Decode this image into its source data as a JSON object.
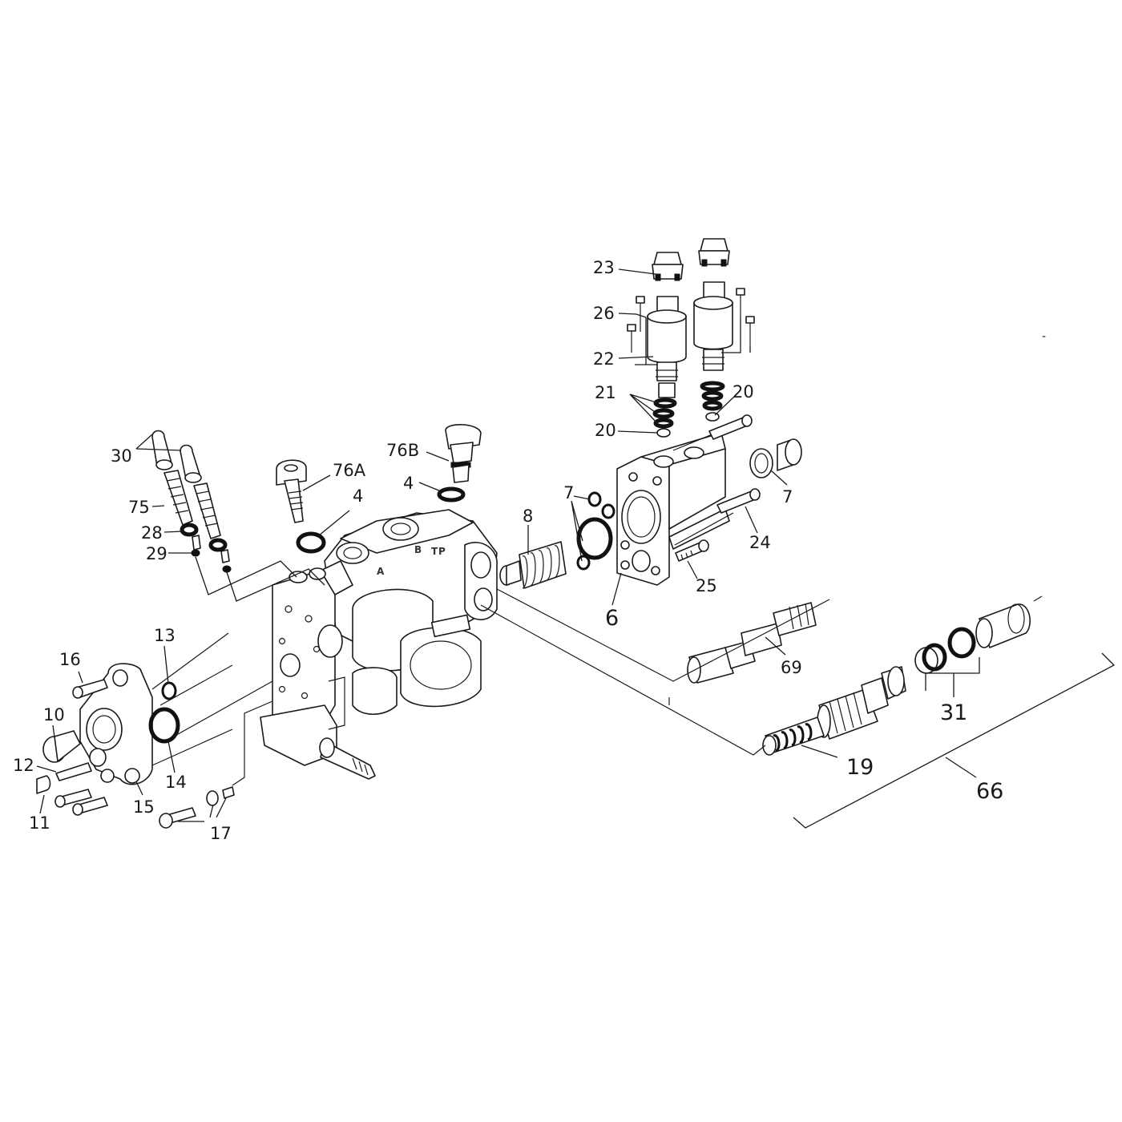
{
  "diagram": {
    "body_markings": [
      "A",
      "B",
      "T",
      "P"
    ],
    "callouts": [
      {
        "id": "c23",
        "text": "23"
      },
      {
        "id": "c26",
        "text": "26"
      },
      {
        "id": "c22",
        "text": "22"
      },
      {
        "id": "c21",
        "text": "21"
      },
      {
        "id": "c20a",
        "text": "20"
      },
      {
        "id": "c20b",
        "text": "20"
      },
      {
        "id": "c30",
        "text": "30"
      },
      {
        "id": "c75",
        "text": "75"
      },
      {
        "id": "c28",
        "text": "28"
      },
      {
        "id": "c29",
        "text": "29"
      },
      {
        "id": "c76a",
        "text": "76A"
      },
      {
        "id": "c4a",
        "text": "4"
      },
      {
        "id": "c76b",
        "text": "76B"
      },
      {
        "id": "c4b",
        "text": "4"
      },
      {
        "id": "c8",
        "text": "8"
      },
      {
        "id": "c7a",
        "text": "7"
      },
      {
        "id": "c7b",
        "text": "7"
      },
      {
        "id": "c24",
        "text": "24"
      },
      {
        "id": "c25",
        "text": "25"
      },
      {
        "id": "c6",
        "text": "6"
      },
      {
        "id": "c69",
        "text": "69"
      },
      {
        "id": "c31",
        "text": "31"
      },
      {
        "id": "c19",
        "text": "19"
      },
      {
        "id": "c66",
        "text": "66"
      },
      {
        "id": "c13",
        "text": "13"
      },
      {
        "id": "c16",
        "text": "16"
      },
      {
        "id": "c10",
        "text": "10"
      },
      {
        "id": "c12",
        "text": "12"
      },
      {
        "id": "c11",
        "text": "11"
      },
      {
        "id": "c15",
        "text": "15"
      },
      {
        "id": "c14",
        "text": "14"
      },
      {
        "id": "c17",
        "text": "17"
      },
      {
        "id": "cdash",
        "text": "-"
      }
    ]
  }
}
